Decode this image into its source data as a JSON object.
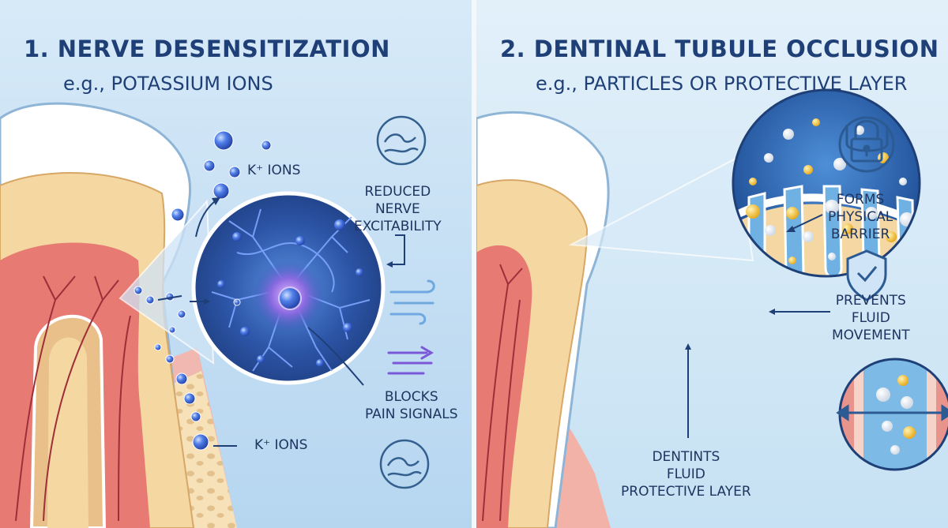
{
  "left_panel": {
    "title": "1. NERVE DESENSITIZATION",
    "subtitle": "e.g., POTASSIUM IONS",
    "ions_label_top": "K⁺ IONS",
    "ions_label_bottom": "K⁺ IONS",
    "reduced_label": [
      "REDUCED",
      "NERVE",
      "EXCITABILITY"
    ],
    "blocks_label": [
      "BLOCKS",
      "PAIN SIGNALS"
    ]
  },
  "right_panel": {
    "title": "2. DENTINAL TUBULE OCCLUSION",
    "subtitle": "e.g., PARTICLES OR PROTECTIVE LAYER",
    "barrier_label": [
      "FORMS",
      "PHYSICAL",
      "BARRIER"
    ],
    "prevents_label": [
      "PREVENTS",
      "FLUID",
      "MOVEMENT"
    ],
    "dentin_label": [
      "DENTINTS",
      "FLUID",
      "PROTECTIVE LAYER"
    ]
  },
  "icons": [
    "wave-icon",
    "wind-icon",
    "arrows-icon",
    "lock-icon",
    "shield-check-icon"
  ],
  "colors": {
    "title": "#1f3f77",
    "enamel": "#ffffff",
    "dentin": "#f6d9a4",
    "pulp": "#e8746e",
    "ion": "#3d6fe0",
    "particle_yellow": "#f2c23a",
    "fluid_blue": "#5fa7dc"
  }
}
